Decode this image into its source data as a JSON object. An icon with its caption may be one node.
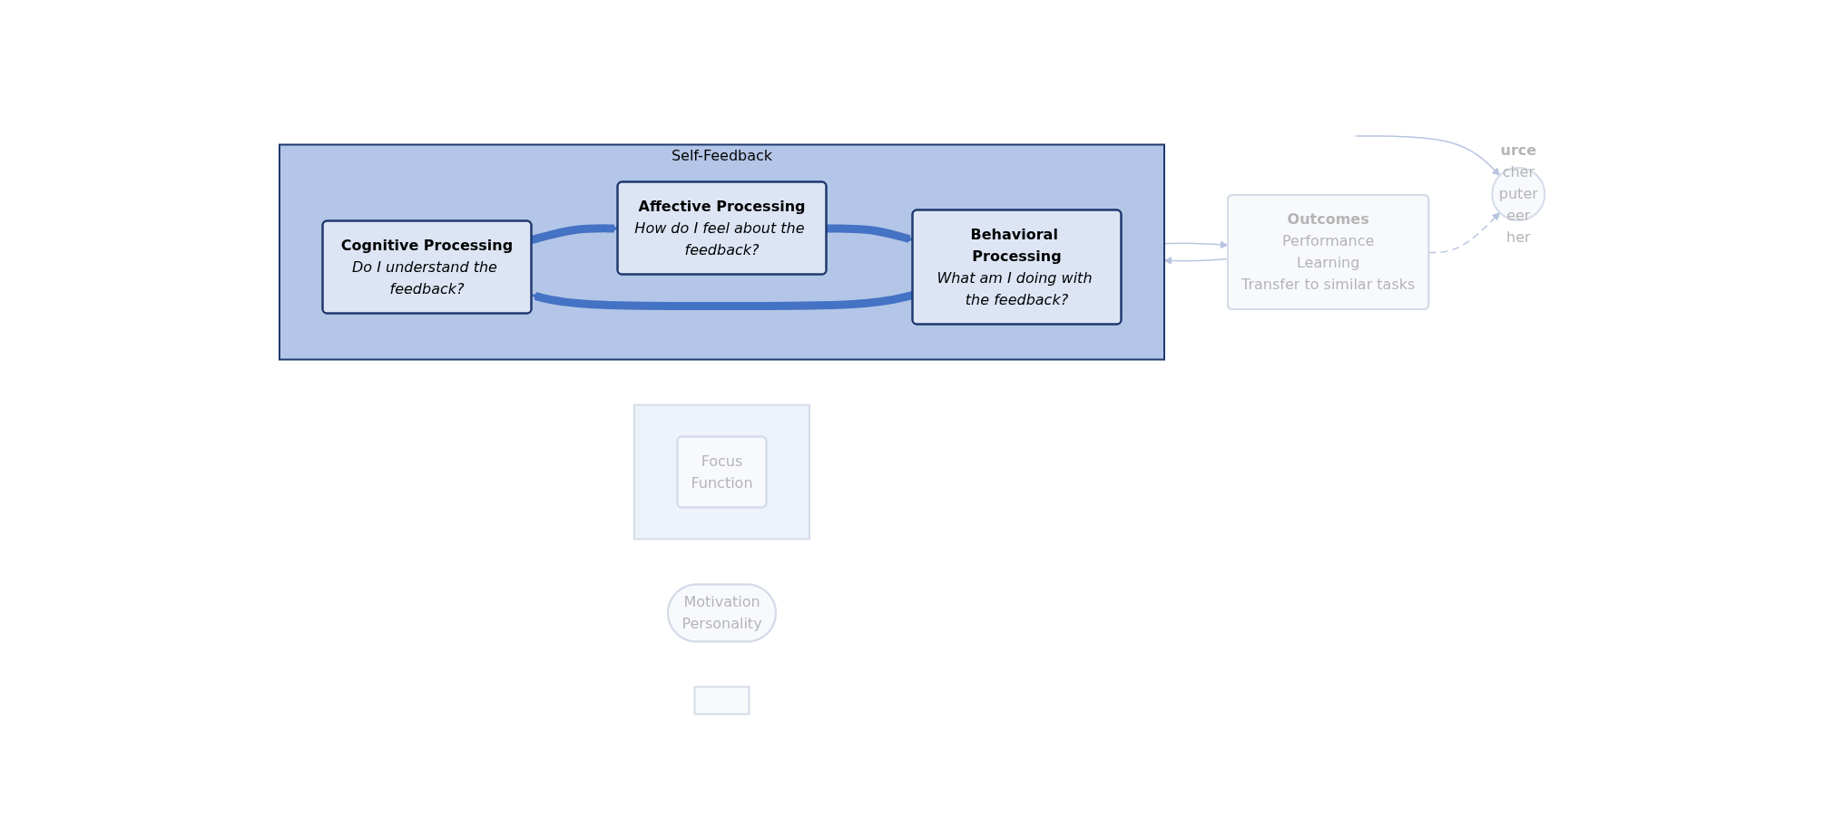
{
  "diagram": {
    "nodes": [
      {
        "text": [
          "urce",
          "cher",
          "puter",
          "eer",
          "her"
        ]
      },
      {
        "text": [],
        "shape": "box"
      },
      {
        "text": [
          "Focus",
          "Function"
        ],
        "in": 1
      },
      {
        "text": [
          "Motivation",
          "Personality"
        ]
      },
      {
        "text": [
          "Self-Feedback"
        ]
      },
      {
        "text": [
          "Cognitive Processing",
          "Do I understand the feedback?"
        ],
        "in": 4
      },
      {
        "text": [
          "Outcomes",
          "Performance",
          "Learning",
          "Transfer to similar tasks"
        ]
      },
      {
        "text": [],
        "shape": "box"
      },
      {
        "text": [
          "Affective Processing",
          "How do I feel about the feedback?"
        ],
        "in": 4
      },
      {
        "text": [
          "Behavioral Processing",
          "What am I doing with the feedback?"
        ],
        "in": 4
      }
    ],
    "edges": [
      {
        "from": null,
        "to": 0,
        "arrow": "to"
      },
      {
        "from": 6,
        "to": 0,
        "arrow": "to",
        "style": "dashed"
      },
      {
        "from": 4,
        "to": 6,
        "arrow": "to"
      },
      {
        "from": 6,
        "to": 4,
        "arrow": "to"
      },
      {
        "from": 5,
        "to": 8,
        "arrow": "to",
        "style": "thick",
        "color": "#4472c4"
      },
      {
        "from": 8,
        "to": 9,
        "arrow": "to",
        "style": "thick",
        "color": "#4472c4"
      },
      {
        "from": 9,
        "to": 5,
        "arrow": "to",
        "style": "thick",
        "color": "#4472c4"
      }
    ]
  }
}
